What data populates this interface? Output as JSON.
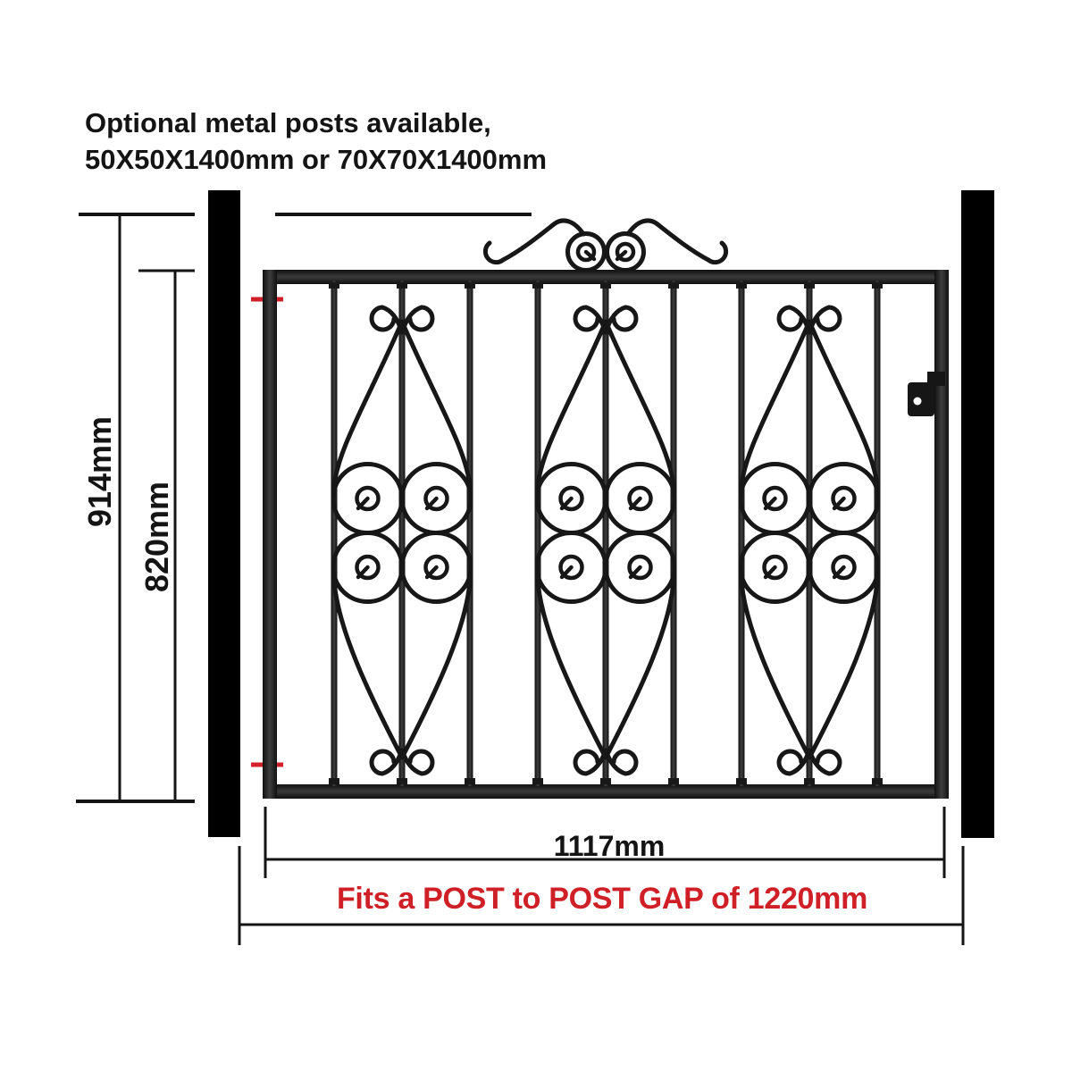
{
  "title": {
    "line1": "Optional metal posts available,",
    "line2": "50X50X1400mm or 70X70X1400mm"
  },
  "dimensions": {
    "overall_height": "914mm",
    "frame_height": "820mm",
    "gate_width": "1117mm"
  },
  "caption": {
    "post_gap": "Fits a POST to POST GAP of 1220mm"
  },
  "colors": {
    "ink": "#141414",
    "red": "#d02027",
    "metal": "#1a1a1a"
  }
}
